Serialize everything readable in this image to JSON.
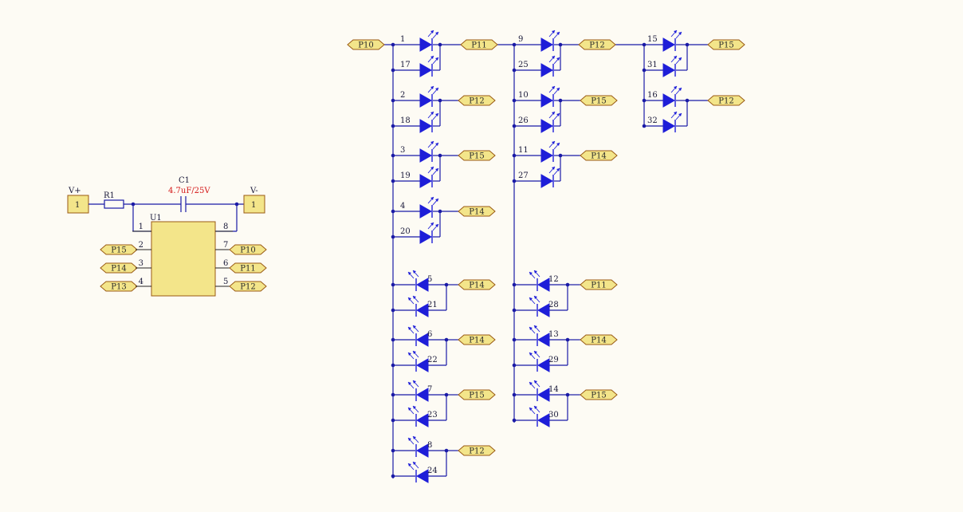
{
  "schematic": {
    "power_ports": [
      {
        "label": "V+",
        "pin": "1"
      },
      {
        "label": "V-",
        "pin": "1"
      }
    ],
    "resistor": {
      "designator": "R1"
    },
    "capacitor": {
      "designator": "C1",
      "value": "4.7uF/25V"
    },
    "ic": {
      "designator": "U1",
      "pins": [
        {
          "num": "1"
        },
        {
          "num": "2",
          "net": "P15"
        },
        {
          "num": "3",
          "net": "P14"
        },
        {
          "num": "4",
          "net": "P13"
        },
        {
          "num": "8"
        },
        {
          "num": "7",
          "net": "P10"
        },
        {
          "num": "6",
          "net": "P11"
        },
        {
          "num": "5",
          "net": "P12"
        }
      ]
    },
    "net_ports": [
      "P10",
      "P11",
      "P12",
      "P15",
      "P12",
      "P15",
      "P14",
      "P15",
      "P14",
      "P12",
      "P14",
      "P14",
      "P15",
      "P12",
      "P11",
      "P14",
      "P15",
      "P12"
    ],
    "leds": [
      "1",
      "17",
      "2",
      "18",
      "3",
      "19",
      "4",
      "20",
      "9",
      "25",
      "10",
      "26",
      "11",
      "27",
      "15",
      "31",
      "16",
      "32",
      "5",
      "21",
      "6",
      "22",
      "7",
      "23",
      "8",
      "24",
      "12",
      "28",
      "13",
      "29",
      "14",
      "30"
    ]
  }
}
